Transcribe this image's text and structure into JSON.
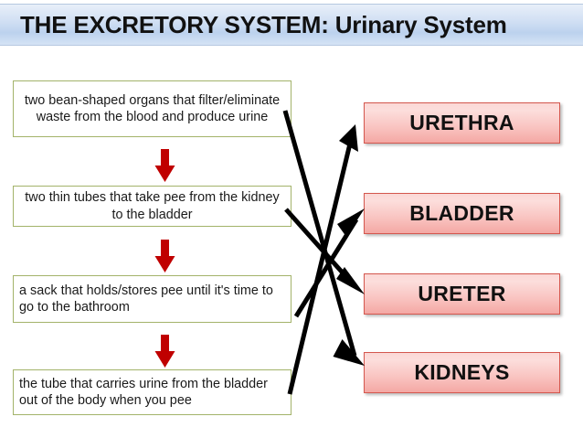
{
  "slide": {
    "title": "THE EXCRETORY SYSTEM: Urinary System",
    "background_color": "#ffffff",
    "title_gradient_top": "#e8eff9",
    "title_gradient_bottom": "#bcd2ee",
    "title_text_color": "#111111"
  },
  "descriptions": [
    {
      "text": "two bean-shaped organs that filter/eliminate waste from the blood and produce urine",
      "align": "center",
      "border_color": "#a3b36a"
    },
    {
      "text": "two thin tubes that take pee from the kidney to the bladder",
      "align": "center",
      "border_color": "#a3b36a"
    },
    {
      "text": "a sack that holds/stores pee until it's time to go to the bathroom",
      "align": "left",
      "border_color": "#a3b36a"
    },
    {
      "text": "the tube that carries urine from the bladder out of the body when you pee",
      "align": "left",
      "border_color": "#a3b36a"
    }
  ],
  "organs": [
    {
      "label": "URETHRA",
      "fill_top": "#fbd8d6",
      "fill_bottom": "#f4a8a4",
      "border_color": "#d4574e"
    },
    {
      "label": "BLADDER",
      "fill_top": "#fbd8d6",
      "fill_bottom": "#f4a8a4",
      "border_color": "#d4574e"
    },
    {
      "label": "URETER",
      "fill_top": "#fbd8d6",
      "fill_bottom": "#f4a8a4",
      "border_color": "#d4574e"
    },
    {
      "label": "KIDNEYS",
      "fill_top": "#fbd8d6",
      "fill_bottom": "#f4a8a4",
      "border_color": "#d4574e"
    }
  ],
  "flow_arrows": {
    "color": "#c00000",
    "count": 3,
    "direction": "down",
    "description": "red down arrow connecting consecutive description boxes"
  },
  "match_arrows": {
    "color": "#000000",
    "items": [
      {
        "from": "description-0",
        "to": "KIDNEYS"
      },
      {
        "from": "description-1",
        "to": "URETER"
      },
      {
        "from": "description-2",
        "to": "BLADDER"
      },
      {
        "from": "description-3",
        "to": "URETHRA"
      }
    ]
  }
}
